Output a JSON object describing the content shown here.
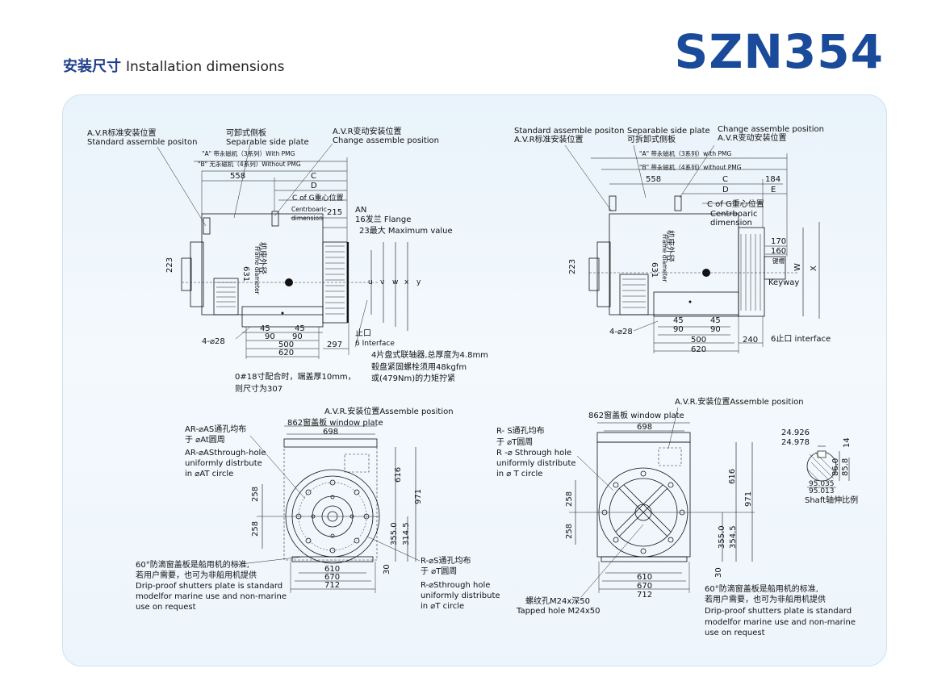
{
  "header": {
    "title_cn": "安装尺寸",
    "title_en": "Installation dimensions",
    "model": "SZN354",
    "model_color": "#1a4a9a"
  },
  "top_left": {
    "avr_std_cn": "A.V.R标准安装位置",
    "avr_std_en": "Standard assemble positon",
    "sep_cn": "可卸式侧板",
    "sep_en": "Separable side plate",
    "avr_chg_cn": "A.V.R变动安装位置",
    "avr_chg_en": "Change assemble position",
    "a_with_pmg": "\"A\" 带永磁机（3系列）With PMG",
    "b_without_pmg": "\"B\" 无永磁机（4系列）Without PMG",
    "d558": "558",
    "dC": "C",
    "dD": "D",
    "cog": "C of G重心位置",
    "centr": "Centrboaric",
    "dimension": "dimension",
    "d215": "215",
    "an": "AN",
    "flange": "16发兰 Flange",
    "maxval": "23最大  Maximum value",
    "frame_cn": "机座外径",
    "frame_en": "Frame diameter",
    "d631": "631",
    "d223": "223",
    "u": "u",
    "v": "v",
    "w": "w",
    "x": "x",
    "y": "y",
    "holes": "4-⌀28",
    "d45a": "45",
    "d90a": "90",
    "d45b": "45",
    "d90b": "90",
    "d500": "500",
    "d620": "620",
    "d297": "297",
    "interface_cn": "止口",
    "interface_en": "6 Interface",
    "coupling1": "4片盘式联轴器,总厚度为4.8mm",
    "coupling2": "毂盘紧固螺栓须用48kgfm",
    "coupling3": "或(479Nm)的力矩拧紧",
    "note1": "0#18寸配合时，端盖厚10mm，",
    "note2": "则尺寸为307"
  },
  "top_right": {
    "std_en": "Standard assemble positon",
    "std_cn": "A.V.R标准安装位置",
    "sep_en": "Separable side plate",
    "sep_cn": "可拆卸式侧板",
    "chg_en": "Change assemble position",
    "chg_cn": "A.V.R变动安装位置",
    "a_with_pmg": "\"A\" 带永磁机（3系列）with PMG",
    "b_without_pmg": "\"B\" 带永磁机（4系列）without PMG",
    "d558": "558",
    "dC": "C",
    "d184": "184",
    "dD": "D",
    "dE": "E",
    "cog": "C of G重心位置",
    "centr": "Centrboaric",
    "dimension": "dimension",
    "d170": "170",
    "d160": "160",
    "keyway_cn": "键槽",
    "keyway_en": "Keyway",
    "w": "W",
    "x": "X",
    "frame_cn": "机座外径",
    "frame_en": "Frame diameter",
    "d631": "631",
    "d223": "223",
    "holes": "4-⌀28",
    "d45a": "45",
    "d90a": "90",
    "d45b": "45",
    "d90b": "90",
    "d500": "500",
    "d620": "620",
    "d240": "240",
    "interface": "6止口 interface"
  },
  "bottom_left": {
    "avr": "A.V.R.安装位置Assemble position",
    "window": "862窗盖板 window plate",
    "d698": "698",
    "ar_cn1": "AR-⌀AS通孔均布",
    "ar_cn2": "于 ⌀At圆周",
    "ar_en1": "AR-⌀ASthrough-hole",
    "ar_en2": "uniformly distrbute",
    "ar_en3": "in  ⌀AT circle",
    "d616": "616",
    "d971": "971",
    "d258a": "258",
    "d258b": "258",
    "d3550": "355.0",
    "d3145": "314.5",
    "r_cn1": "R-⌀S通孔均布",
    "r_cn2": "于 ⌀T圆周",
    "r_en1": "R-⌀Sthrough hole",
    "r_en2": "uniformly distribute",
    "r_en3": "in  ⌀T circle",
    "d30": "30",
    "d610": "610",
    "d670": "670",
    "d712": "712",
    "drip1": "60°防滴窗盖板是船用机的标准,",
    "drip2": "若用户需要，也可为非船用机提供",
    "drip3": "Drip-proof shutters plate is standard",
    "drip4": "modelfor marine use and non-marine",
    "drip5": "use on request"
  },
  "bottom_right": {
    "avr": "A.V.R.安装位置Assemble position",
    "window": "862窗盖板  window plate",
    "d698": "698",
    "r_cn1": "R-   S通孔均布",
    "r_cn2": "于 ⌀T圆周",
    "r_en1": "R -⌀ Sthrough hole",
    "r_en2": "uniformly distribute",
    "r_en3": "in  ⌀ T circle",
    "d616": "616",
    "d971": "971",
    "d258a": "258",
    "d258b": "258",
    "d3550": "355.0",
    "d3545": "354.5",
    "d30": "30",
    "d610": "610",
    "d670": "670",
    "d712": "712",
    "tap_cn": "螺纹孔M24x深50",
    "tap_en": "Tapped hole M24x50",
    "drip1": "60°防滴窗盖板是船用机的标准,",
    "drip2": "若用户需要，也可为非船用机提供",
    "drip3": "Drip-proof shutters plate is standard",
    "drip4": "modelfor marine use and non-marine",
    "drip5": "use on request"
  },
  "shaft": {
    "d24926": "24.926",
    "d24978": "24.978",
    "d14": "14",
    "d860": "86.0",
    "d858": "85.8",
    "d95035": "95.035",
    "d95013": "95.013",
    "label": "Shaft轴伸比例"
  }
}
